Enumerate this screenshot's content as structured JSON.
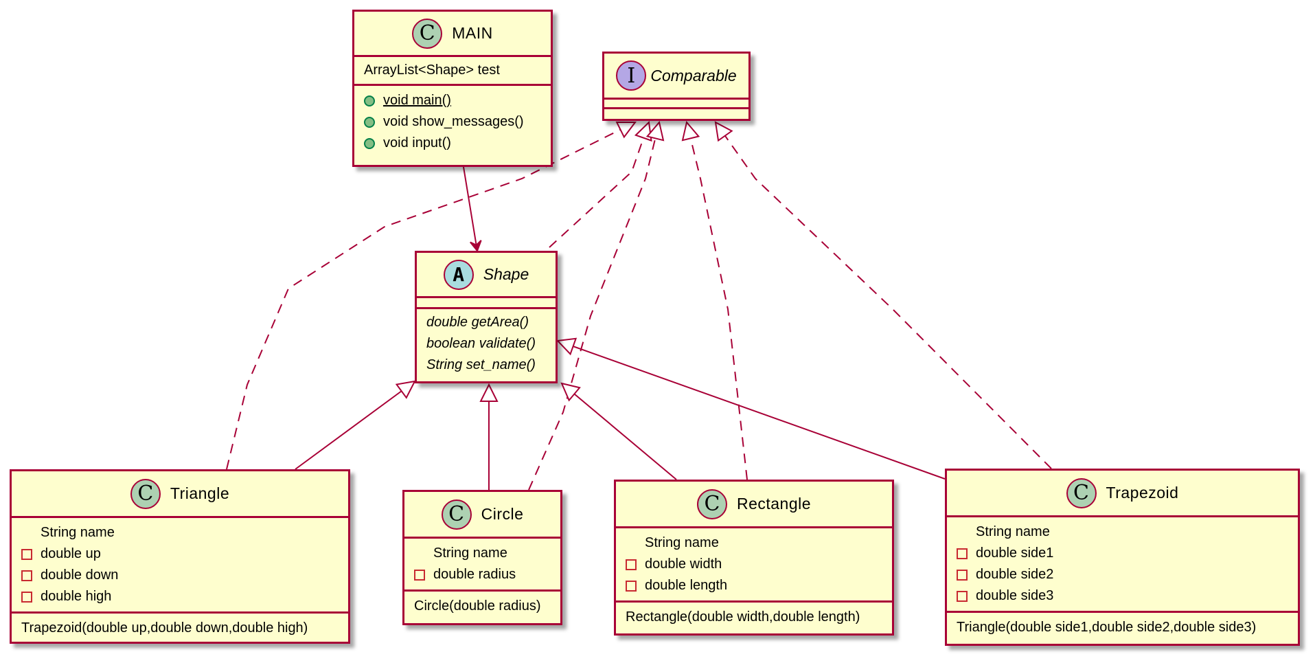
{
  "diagram": {
    "type": "UML class diagram",
    "colors": {
      "border": "#a80036",
      "fill": "#fefece",
      "class_badge": "#add1b2",
      "abstract_badge": "#a9dcdf",
      "interface_badge": "#b4a7e5",
      "public_marker": "#84be84",
      "private_marker": "#c82930"
    },
    "classes": {
      "main": {
        "badge": "C",
        "kind": "class",
        "name": "MAIN",
        "fields": [
          {
            "visibility": "none",
            "text": "ArrayList<Shape> test"
          }
        ],
        "methods": [
          {
            "visibility": "public",
            "text": "void main()",
            "static": true
          },
          {
            "visibility": "public",
            "text": "void show_messages()"
          },
          {
            "visibility": "public",
            "text": "void input()"
          }
        ]
      },
      "comparable": {
        "badge": "I",
        "kind": "interface",
        "name": "Comparable",
        "fields": [],
        "methods": []
      },
      "shape": {
        "badge": "A",
        "kind": "abstract",
        "name": "Shape",
        "fields": [],
        "methods": [
          {
            "visibility": "none",
            "text": "double getArea()",
            "abstract": true
          },
          {
            "visibility": "none",
            "text": "boolean validate()",
            "abstract": true
          },
          {
            "visibility": "none",
            "text": "String set_name()",
            "abstract": true
          }
        ]
      },
      "triangle": {
        "badge": "C",
        "kind": "class",
        "name": "Triangle",
        "fields": [
          {
            "visibility": "none",
            "text": "String name"
          },
          {
            "visibility": "private",
            "text": "double up"
          },
          {
            "visibility": "private",
            "text": "double down"
          },
          {
            "visibility": "private",
            "text": "double high"
          }
        ],
        "methods": [
          {
            "visibility": "none",
            "text": "Trapezoid(double up,double down,double high)"
          }
        ]
      },
      "circle": {
        "badge": "C",
        "kind": "class",
        "name": "Circle",
        "fields": [
          {
            "visibility": "none",
            "text": "String name"
          },
          {
            "visibility": "private",
            "text": "double radius"
          }
        ],
        "methods": [
          {
            "visibility": "none",
            "text": "Circle(double radius)"
          }
        ]
      },
      "rectangle": {
        "badge": "C",
        "kind": "class",
        "name": "Rectangle",
        "fields": [
          {
            "visibility": "none",
            "text": "String name"
          },
          {
            "visibility": "private",
            "text": "double width"
          },
          {
            "visibility": "private",
            "text": "double length"
          }
        ],
        "methods": [
          {
            "visibility": "none",
            "text": "Rectangle(double width,double length)"
          }
        ]
      },
      "trapezoid": {
        "badge": "C",
        "kind": "class",
        "name": "Trapezoid",
        "fields": [
          {
            "visibility": "none",
            "text": "String name"
          },
          {
            "visibility": "private",
            "text": "double side1"
          },
          {
            "visibility": "private",
            "text": "double side2"
          },
          {
            "visibility": "private",
            "text": "double side3"
          }
        ],
        "methods": [
          {
            "visibility": "none",
            "text": "Triangle(double side1,double side2,double side3)"
          }
        ]
      }
    },
    "relations": [
      {
        "from": "main",
        "to": "shape",
        "type": "association"
      },
      {
        "from": "shape",
        "to": "comparable",
        "type": "realization"
      },
      {
        "from": "triangle",
        "to": "comparable",
        "type": "realization"
      },
      {
        "from": "circle",
        "to": "comparable",
        "type": "realization"
      },
      {
        "from": "rectangle",
        "to": "comparable",
        "type": "realization"
      },
      {
        "from": "trapezoid",
        "to": "comparable",
        "type": "realization"
      },
      {
        "from": "triangle",
        "to": "shape",
        "type": "generalization"
      },
      {
        "from": "circle",
        "to": "shape",
        "type": "generalization"
      },
      {
        "from": "rectangle",
        "to": "shape",
        "type": "generalization"
      },
      {
        "from": "trapezoid",
        "to": "shape",
        "type": "generalization"
      }
    ]
  }
}
